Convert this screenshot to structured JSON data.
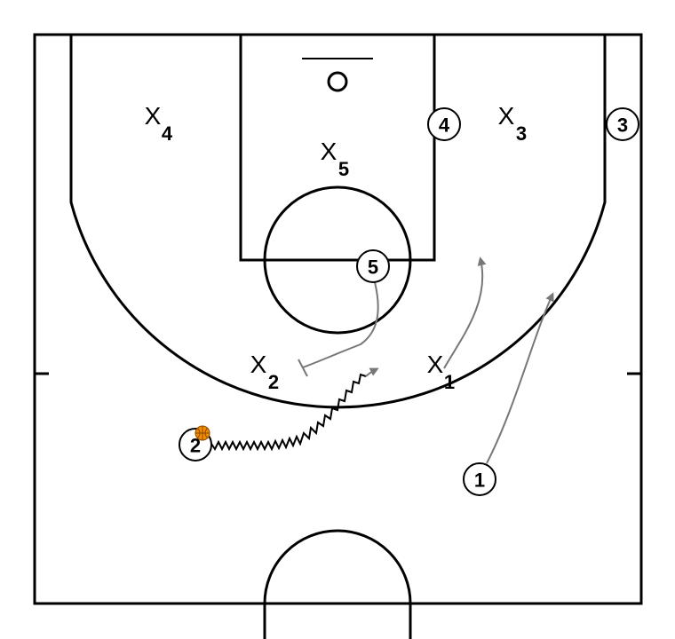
{
  "offense": [
    {
      "id": "player-1",
      "label": "1"
    },
    {
      "id": "player-2",
      "label": "2"
    },
    {
      "id": "player-3",
      "label": "3"
    },
    {
      "id": "player-4",
      "label": "4"
    },
    {
      "id": "player-5",
      "label": "5"
    }
  ],
  "defense": [
    {
      "id": "defender-1",
      "label": "X",
      "sub": "1"
    },
    {
      "id": "defender-2",
      "label": "X",
      "sub": "2"
    },
    {
      "id": "defender-3",
      "label": "X",
      "sub": "3"
    },
    {
      "id": "defender-4",
      "label": "X",
      "sub": "4"
    },
    {
      "id": "defender-5",
      "label": "X",
      "sub": "5"
    }
  ],
  "ball_holder": "2",
  "colors": {
    "lines": "#000000",
    "movement": "#777777",
    "ball": "#f28c00"
  },
  "icons": {
    "ball": "basketball-icon",
    "screen": "screen-icon"
  }
}
